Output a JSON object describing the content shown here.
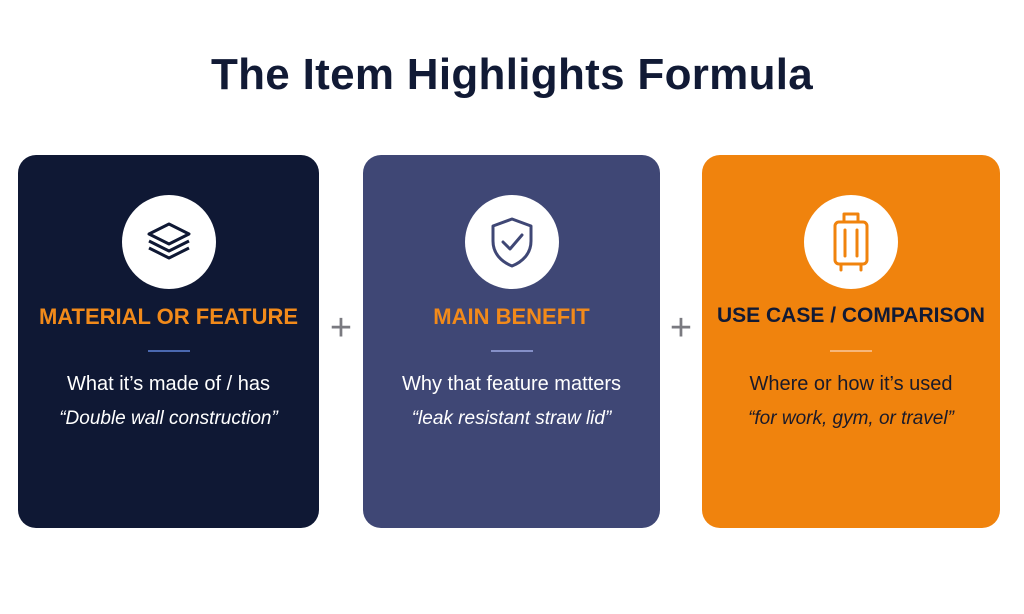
{
  "title": "The Item Highlights Formula",
  "operator": "+",
  "cards": [
    {
      "icon": "layers-icon",
      "heading": "MATERIAL OR FEATURE",
      "description": "What it’s made of / has",
      "example": "“Double wall construction”",
      "background": "#0f1834",
      "accent": "#f28a1a"
    },
    {
      "icon": "shield-check-icon",
      "heading": "MAIN BENEFIT",
      "description": "Why that feature matters",
      "example": "“leak resistant straw lid”",
      "background": "#3f4775",
      "accent": "#f28a1a"
    },
    {
      "icon": "suitcase-icon",
      "heading": "USE CASE / COMPARISON",
      "description": "Where or how it’s used",
      "example": "“for work, gym, or travel”",
      "background": "#f0830d",
      "accent": "#111a35"
    }
  ]
}
